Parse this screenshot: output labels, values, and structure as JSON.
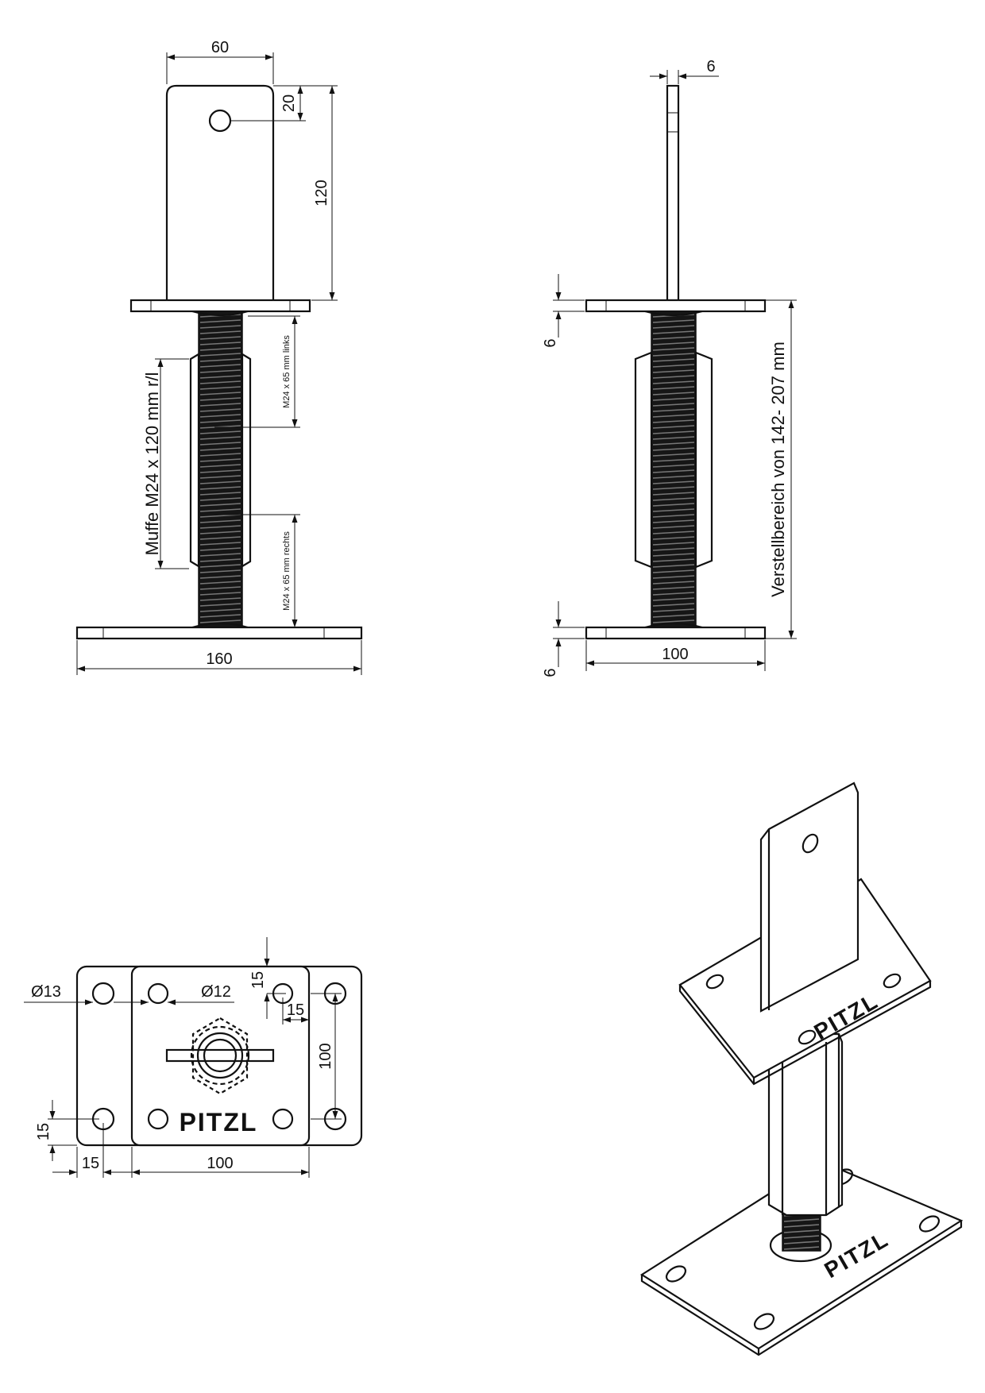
{
  "drawing": {
    "brand": "PITZL",
    "front_view": {
      "dim_width_top": "60",
      "dim_hole_offset": "20",
      "dim_height_plate": "120",
      "dim_base_width": "160",
      "label_sleeve": "Muffe M24 x 120 mm r/l",
      "label_thread_left": "M24 x 65 mm links",
      "label_thread_right": "M24 x 65 mm rechts"
    },
    "side_view": {
      "dim_thickness": "6",
      "dim_top_plate_thickness": "6",
      "dim_base_plate_thickness": "6",
      "dim_base_width": "100",
      "label_adjust_range": "Verstellbereich von 142- 207 mm"
    },
    "top_view": {
      "dim_large_hole": "Ø13",
      "dim_small_hole": "Ø12",
      "dim_edge_v_right": "15",
      "dim_edge_h_right": "15",
      "dim_height": "100",
      "dim_edge_v_left": "15",
      "dim_edge_h_left": "15",
      "dim_width": "100"
    },
    "isometric_view": {
      "brand_top": "PITZL",
      "brand_bottom": "PITZL"
    }
  }
}
